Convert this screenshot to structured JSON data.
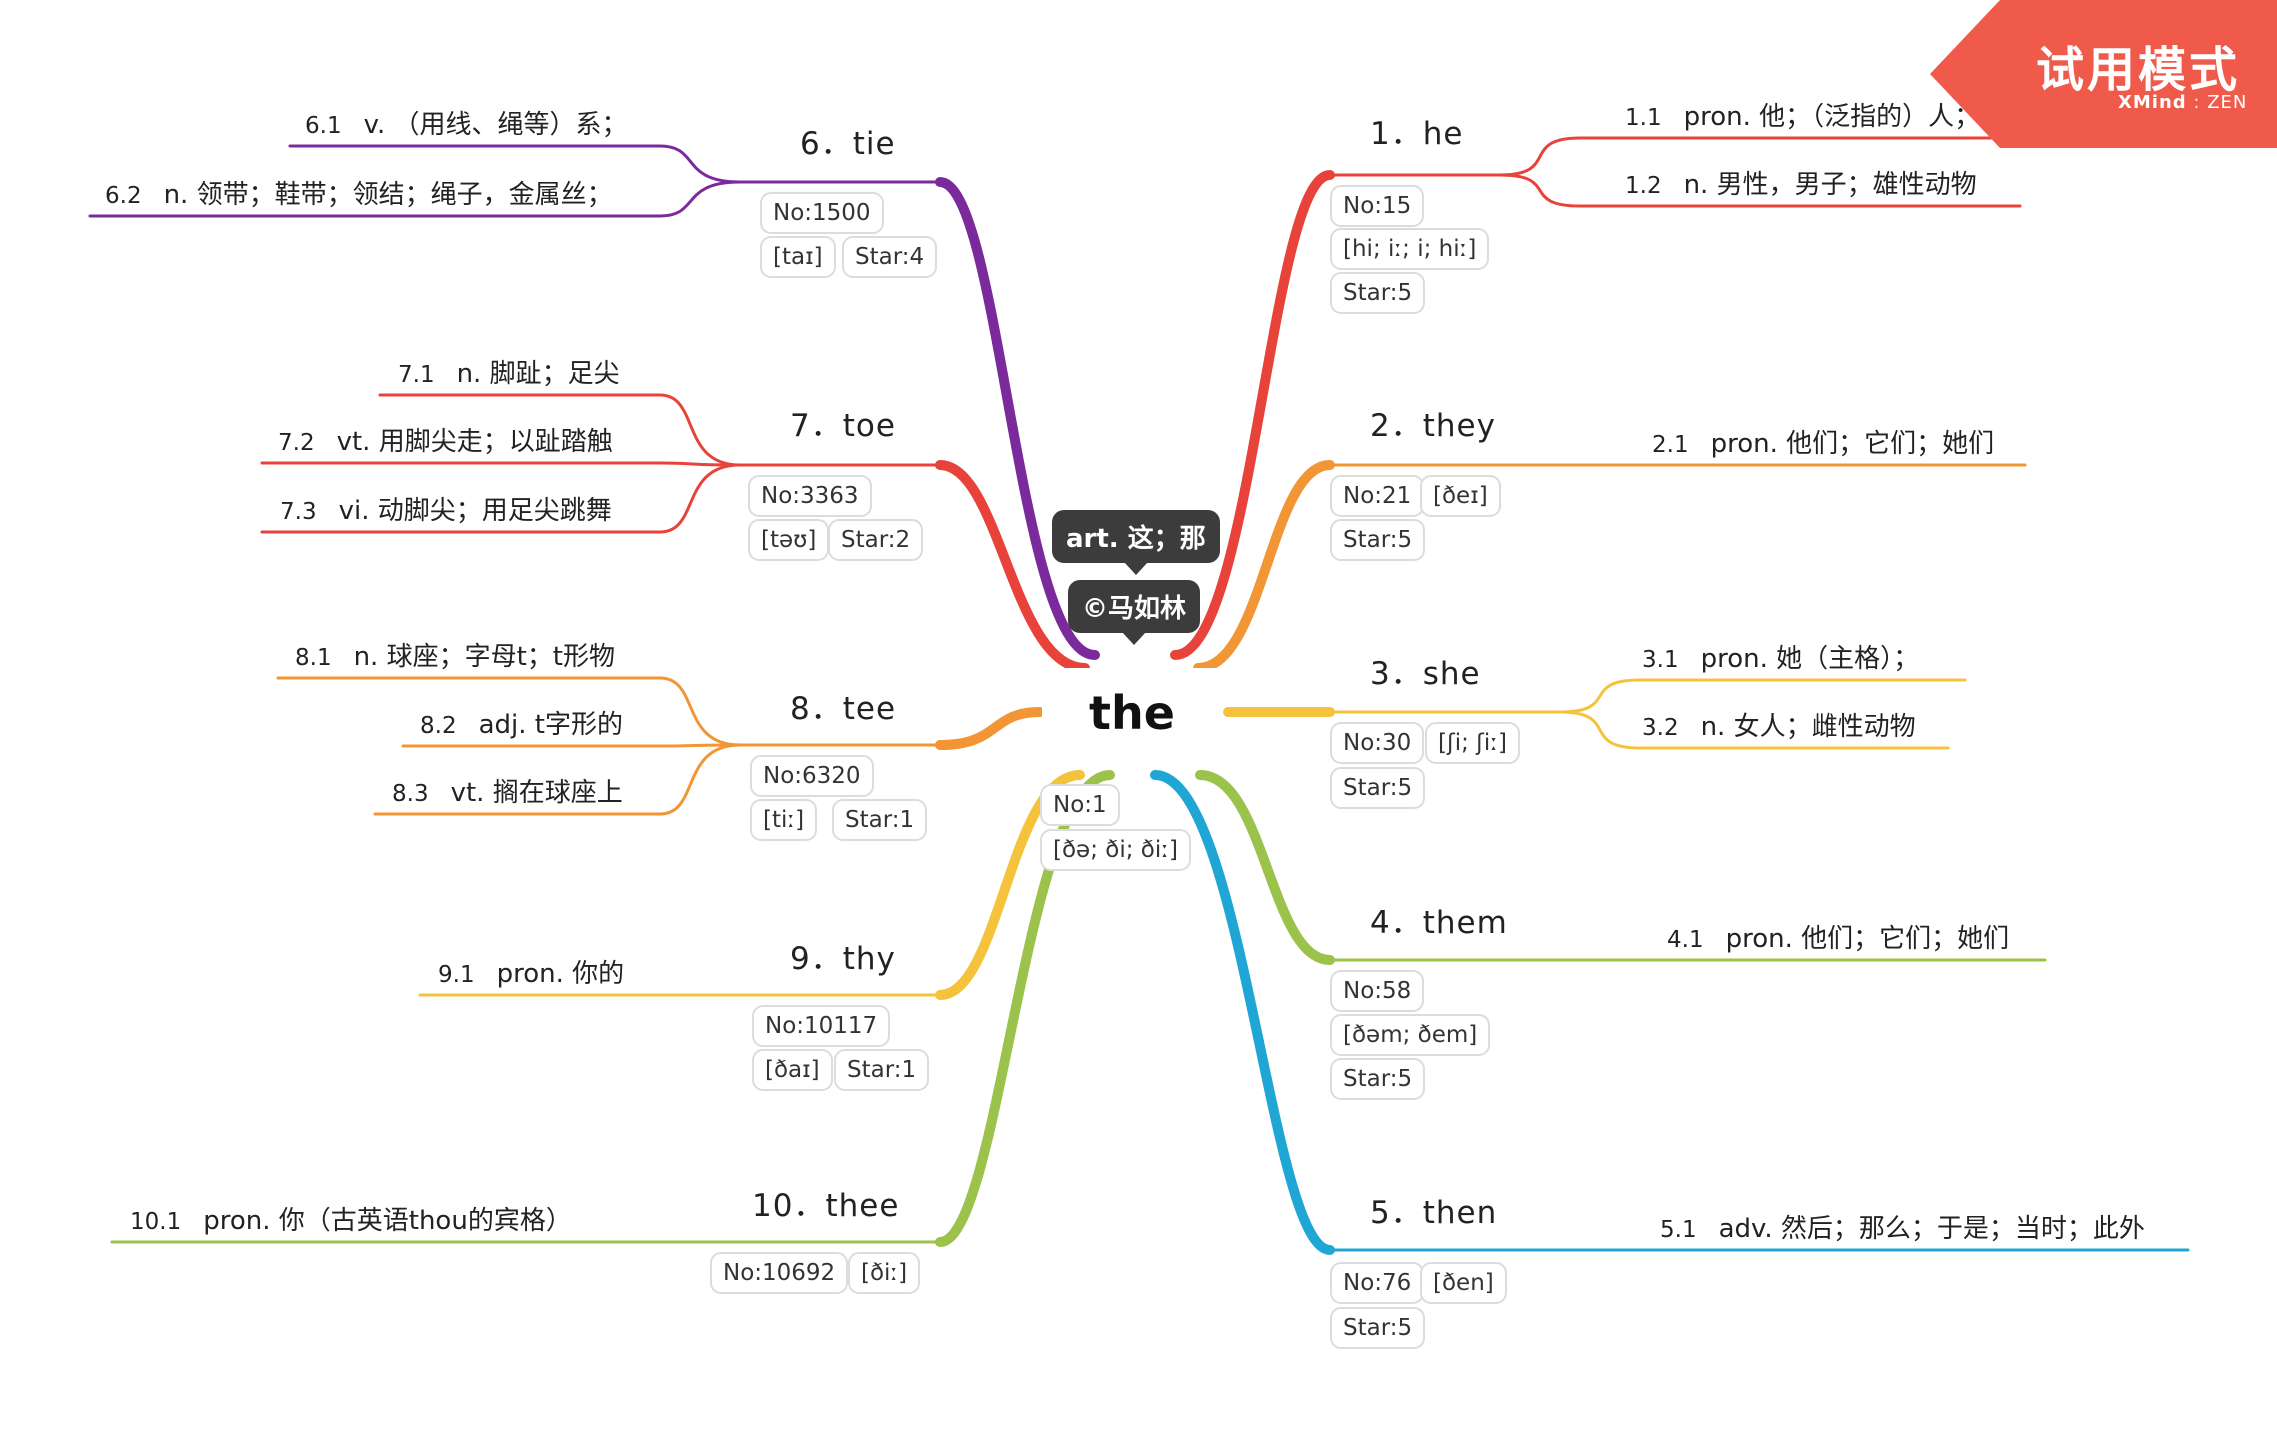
{
  "central": {
    "title": "the",
    "callout_1": "art. 这；那",
    "callout_2": "©马如林",
    "tag_no": "No:1",
    "tag_phon": "[ðə; ði; ðiː]"
  },
  "watermark": {
    "title": "试用模式",
    "brand": "XMind",
    "edition": "ZEN",
    "color": "#f05a4a"
  },
  "branches": [
    {
      "id": "he",
      "title": "1．he",
      "color": "#e8433b",
      "tags": [
        "No:15",
        "[hi; iː; i; hiː]",
        "Star:5"
      ],
      "subs": [
        {
          "num": "1.1",
          "text": "pron. 他；（泛指的）人；"
        },
        {
          "num": "1.2",
          "text": "n. 男性，男子；雄性动物"
        }
      ]
    },
    {
      "id": "they",
      "title": "2．they",
      "color": "#f29534",
      "tags": [
        "No:21",
        "[ðeɪ]",
        "Star:5"
      ],
      "subs": [
        {
          "num": "2.1",
          "text": "pron. 他们；它们；她们"
        }
      ]
    },
    {
      "id": "she",
      "title": "3．she",
      "color": "#f5c33b",
      "tags": [
        "No:30",
        "[ʃi; ʃiː]",
        "Star:5"
      ],
      "subs": [
        {
          "num": "3.1",
          "text": "pron. 她（主格）；"
        },
        {
          "num": "3.2",
          "text": "n. 女人；雌性动物"
        }
      ]
    },
    {
      "id": "them",
      "title": "4．them",
      "color": "#9bc24b",
      "tags": [
        "No:58",
        "[ðəm; ðem]",
        "Star:5"
      ],
      "subs": [
        {
          "num": "4.1",
          "text": "pron. 他们；它们；她们"
        }
      ]
    },
    {
      "id": "then",
      "title": "5．then",
      "color": "#20a6d4",
      "tags": [
        "No:76",
        "[ðen]",
        "Star:5"
      ],
      "subs": [
        {
          "num": "5.1",
          "text": "adv. 然后；那么；于是；当时；此外"
        }
      ]
    },
    {
      "id": "tie",
      "title": "6．tie",
      "color": "#7b2a9c",
      "tags": [
        "No:1500",
        "[taɪ]",
        "Star:4"
      ],
      "subs": [
        {
          "num": "6.1",
          "text": "v. （用线、绳等）系；"
        },
        {
          "num": "6.2",
          "text": "n. 领带；鞋带；领结；绳子，金属丝；"
        }
      ]
    },
    {
      "id": "toe",
      "title": "7．toe",
      "color": "#e8433b",
      "tags": [
        "No:3363",
        "[təʊ]",
        "Star:2"
      ],
      "subs": [
        {
          "num": "7.1",
          "text": "n. 脚趾；足尖"
        },
        {
          "num": "7.2",
          "text": "vt. 用脚尖走；以趾踏触"
        },
        {
          "num": "7.3",
          "text": "vi. 动脚尖；用足尖跳舞"
        }
      ]
    },
    {
      "id": "tee",
      "title": "8．tee",
      "color": "#f29534",
      "tags": [
        "No:6320",
        "[tiː]",
        "Star:1"
      ],
      "subs": [
        {
          "num": "8.1",
          "text": "n. 球座；字母t；t形物"
        },
        {
          "num": "8.2",
          "text": "adj. t字形的"
        },
        {
          "num": "8.3",
          "text": "vt. 搁在球座上"
        }
      ]
    },
    {
      "id": "thy",
      "title": "9．thy",
      "color": "#f5c33b",
      "tags": [
        "No:10117",
        "[ðaɪ]",
        "Star:1"
      ],
      "subs": [
        {
          "num": "9.1",
          "text": "pron. 你的"
        }
      ]
    },
    {
      "id": "thee",
      "title": "10．thee",
      "color": "#9bc24b",
      "tags": [
        "No:10692",
        "[ðiː]"
      ],
      "subs": [
        {
          "num": "10.1",
          "text": "pron. 你（古英语thou的宾格）"
        }
      ]
    }
  ]
}
